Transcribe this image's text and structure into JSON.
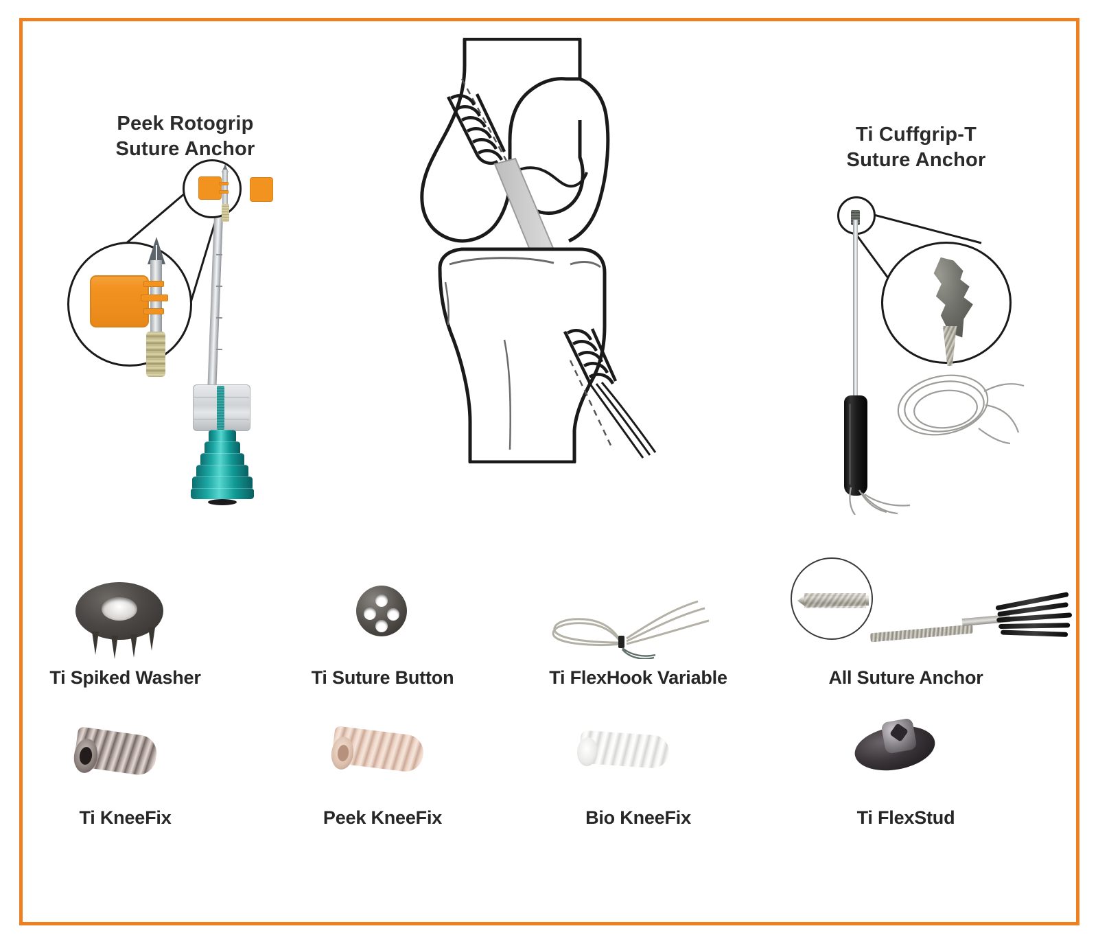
{
  "poster": {
    "border_color": "#ee8022",
    "background": "#ffffff"
  },
  "headings": {
    "left": {
      "line1": "Peek Rotogrip",
      "line2": "Suture Anchor"
    },
    "right": {
      "line1": "Ti Cuffgrip-T",
      "line2": "Suture Anchor"
    }
  },
  "center_illustration": {
    "name": "knee-acl-reconstruction-diagram",
    "description": "Line drawing of knee joint with femur and tibia, bone tunnels, interference screws and graft sutures"
  },
  "devices": [
    {
      "id": "peek-rotogrip-suture-anchor",
      "title_line1": "Peek Rotogrip",
      "title_line2": "Suture Anchor",
      "colors": {
        "anchor_body": "#f2921f",
        "handle": "#15a3a0",
        "shaft": "#c9ced2",
        "thread": "#cdc496"
      },
      "callouts": [
        "magnifier-small",
        "magnifier-large"
      ]
    },
    {
      "id": "ti-cuffgrip-t-suture-anchor",
      "title_line1": "Ti Cuffgrip-T",
      "title_line2": "Suture Anchor",
      "colors": {
        "handle": "#141414",
        "shaft": "#c4c8cb",
        "anchor_tip": "#555751",
        "suture": "#9a9a96"
      },
      "callouts": [
        "magnifier-oval"
      ]
    }
  ],
  "product_rows": [
    {
      "row": 1,
      "items": [
        {
          "label": "Ti Spiked Washer",
          "icon": "spiked-washer-photo",
          "color": "#4b4845"
        },
        {
          "label": "Ti Suture Button",
          "icon": "suture-button-photo",
          "color": "#55524e"
        },
        {
          "label": "Ti FlexHook Variable",
          "icon": "flexhook-suture-photo",
          "color": "#b9b6ab"
        },
        {
          "label": "All Suture Anchor",
          "icon": "all-suture-anchor-photo",
          "color": "#1d1d1d"
        }
      ]
    },
    {
      "row": 2,
      "items": [
        {
          "label": "Ti KneeFix",
          "icon": "ti-kneefix-screw-photo",
          "color": "#9a8f8c"
        },
        {
          "label": "Peek KneeFix",
          "icon": "peek-kneefix-screw-photo",
          "color": "#e2c8bb"
        },
        {
          "label": "Bio KneeFix",
          "icon": "bio-kneefix-screw-photo",
          "color": "#f1f1ef"
        },
        {
          "label": "Ti FlexStud",
          "icon": "ti-flexstud-photo",
          "color": "#3b3539"
        }
      ]
    }
  ]
}
